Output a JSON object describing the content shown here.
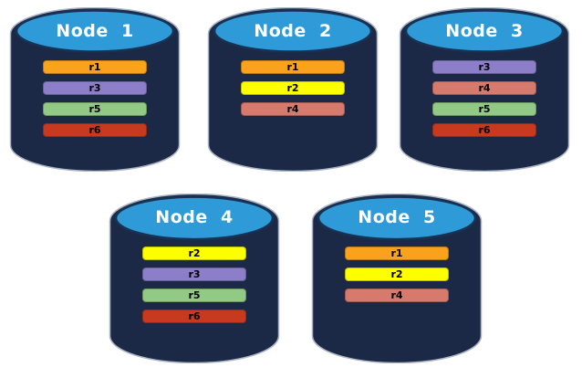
{
  "page": {
    "background": "#FFFFFF"
  },
  "cylinder": {
    "body_color": "#1B2946",
    "body_outline": "#A9B4C6",
    "top_color": "#2E9AD7",
    "top_outline": "#173252",
    "title_color": "#FFFFFF",
    "bar_text_color": "#000000"
  },
  "replica_colors": {
    "r1": "#FAA21B",
    "r2": "#FDFF00",
    "r3": "#8C7EC9",
    "r4": "#D57A6C",
    "r5": "#92C985",
    "r6": "#C83A20"
  },
  "nodes": [
    {
      "title": "Node  1",
      "replicas": [
        "r1",
        "r3",
        "r5",
        "r6"
      ]
    },
    {
      "title": "Node  2",
      "replicas": [
        "r1",
        "r2",
        "r4"
      ]
    },
    {
      "title": "Node  3",
      "replicas": [
        "r3",
        "r4",
        "r5",
        "r6"
      ]
    },
    {
      "title": "Node  4",
      "replicas": [
        "r2",
        "r3",
        "r5",
        "r6"
      ]
    },
    {
      "title": "Node  5",
      "replicas": [
        "r1",
        "r2",
        "r4"
      ]
    }
  ]
}
